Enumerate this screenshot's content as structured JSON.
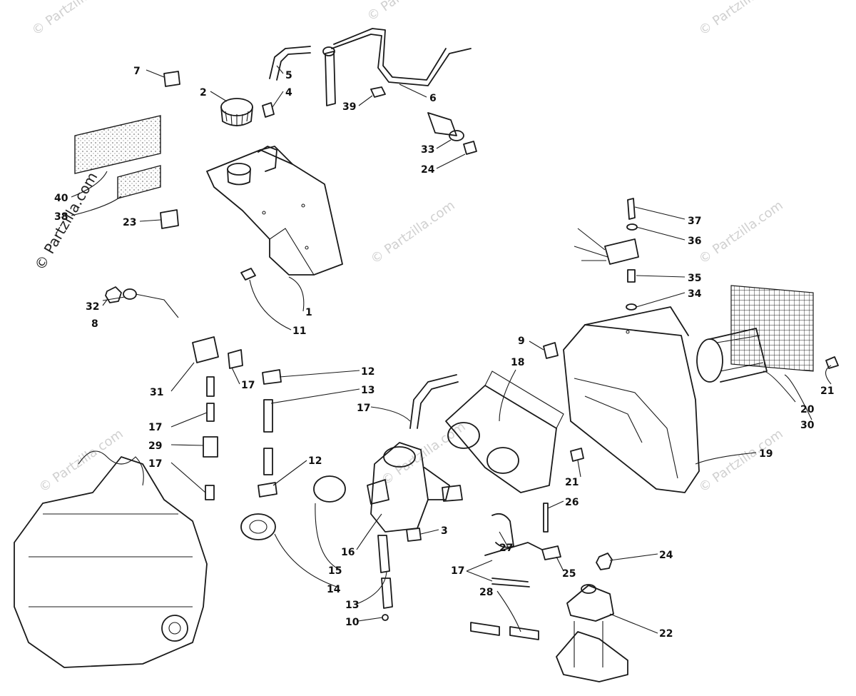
{
  "watermark": {
    "text": "© Partzilla.com",
    "copyright": "© Partzilla.com"
  },
  "callouts": [
    "7",
    "2",
    "5",
    "4",
    "6",
    "39",
    "33",
    "24",
    "40",
    "38",
    "23",
    "1",
    "11",
    "32",
    "8",
    "31",
    "17",
    "12",
    "13",
    "18",
    "9",
    "37",
    "36",
    "35",
    "34",
    "21",
    "20",
    "30",
    "19",
    "29",
    "16",
    "15",
    "14",
    "3",
    "10",
    "26",
    "27",
    "25",
    "28",
    "22"
  ],
  "colors": {
    "ink": "#1a1a1a",
    "watermark": "#d0d0d0",
    "background": "#ffffff"
  }
}
